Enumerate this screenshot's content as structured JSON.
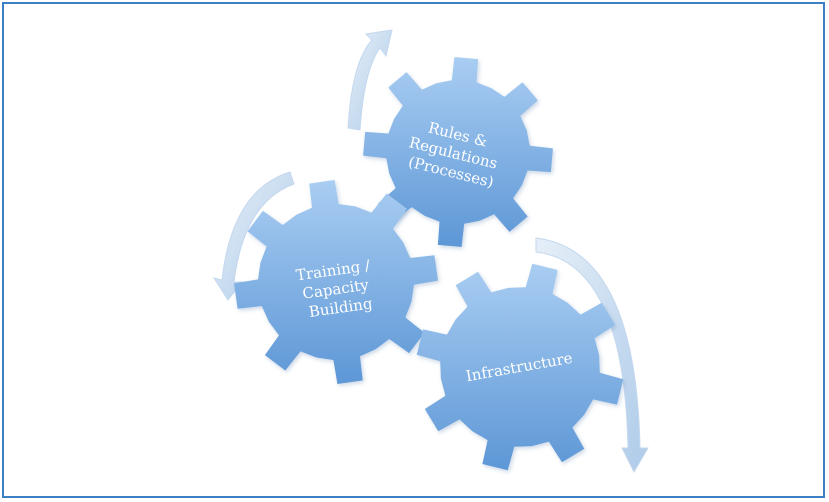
{
  "diagram": {
    "gears": [
      {
        "id": "rules",
        "lines": [
          "Rules &",
          "Regulations",
          "(Processes)"
        ]
      },
      {
        "id": "training",
        "lines": [
          "Training /",
          "Capacity",
          "Building"
        ]
      },
      {
        "id": "infrastructure",
        "lines": [
          "Infrastructure"
        ]
      }
    ],
    "colors": {
      "border": "#3d7fc4",
      "gear_light": "#a9cdf2",
      "gear_dark": "#5d97d6",
      "arrow_light": "#e6eff8",
      "arrow_dark": "#aecbe9",
      "label": "#ffffff"
    }
  }
}
